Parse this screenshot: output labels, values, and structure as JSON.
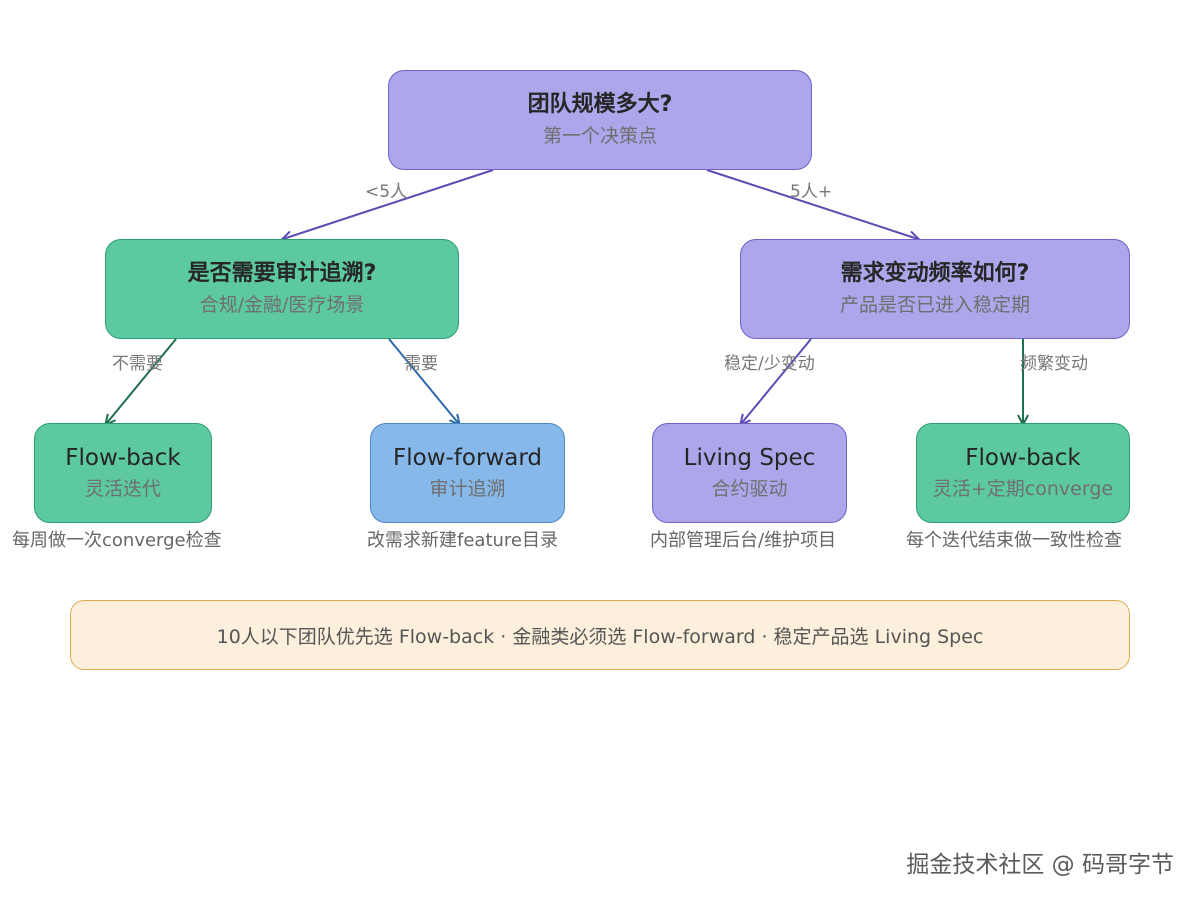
{
  "nodes": {
    "root": {
      "title": "团队规模多大?",
      "subtitle": "第一个决策点"
    },
    "audit": {
      "title": "是否需要审计追溯?",
      "subtitle": "合规/金融/医疗场景"
    },
    "change": {
      "title": "需求变动频率如何?",
      "subtitle": "产品是否已进入稳定期"
    },
    "leaf_flowback_1": {
      "title": "Flow-back",
      "subtitle": "灵活迭代",
      "note": "每周做一次converge检查"
    },
    "leaf_flowforward": {
      "title": "Flow-forward",
      "subtitle": "审计追溯",
      "note": "改需求新建feature目录"
    },
    "leaf_living": {
      "title": "Living Spec",
      "subtitle": "合约驱动",
      "note": "内部管理后台/维护项目"
    },
    "leaf_flowback_2": {
      "title": "Flow-back",
      "subtitle": "灵活+定期converge",
      "note": "每个迭代结束做一致性检查"
    }
  },
  "edges": {
    "root_audit": "<5人",
    "root_change": "5人+",
    "audit_flowback": "不需要",
    "audit_flowforward": "需要",
    "change_living": "稳定/少变动",
    "change_flowback": "频繁变动"
  },
  "summary": "10人以下团队优先选 Flow-back · 金融类必须选 Flow-forward · 稳定产品选 Living Spec",
  "watermark": "掘金技术社区 @ 码哥字节",
  "colors": {
    "purple": "#aca6ea",
    "green": "#5cc9a1",
    "blue": "#86b8ea",
    "summary_bg": "#fcf0dc",
    "edge_purple": "#5b4db3",
    "edge_green": "#1f6e4f",
    "edge_blue": "#2f6aa8"
  }
}
